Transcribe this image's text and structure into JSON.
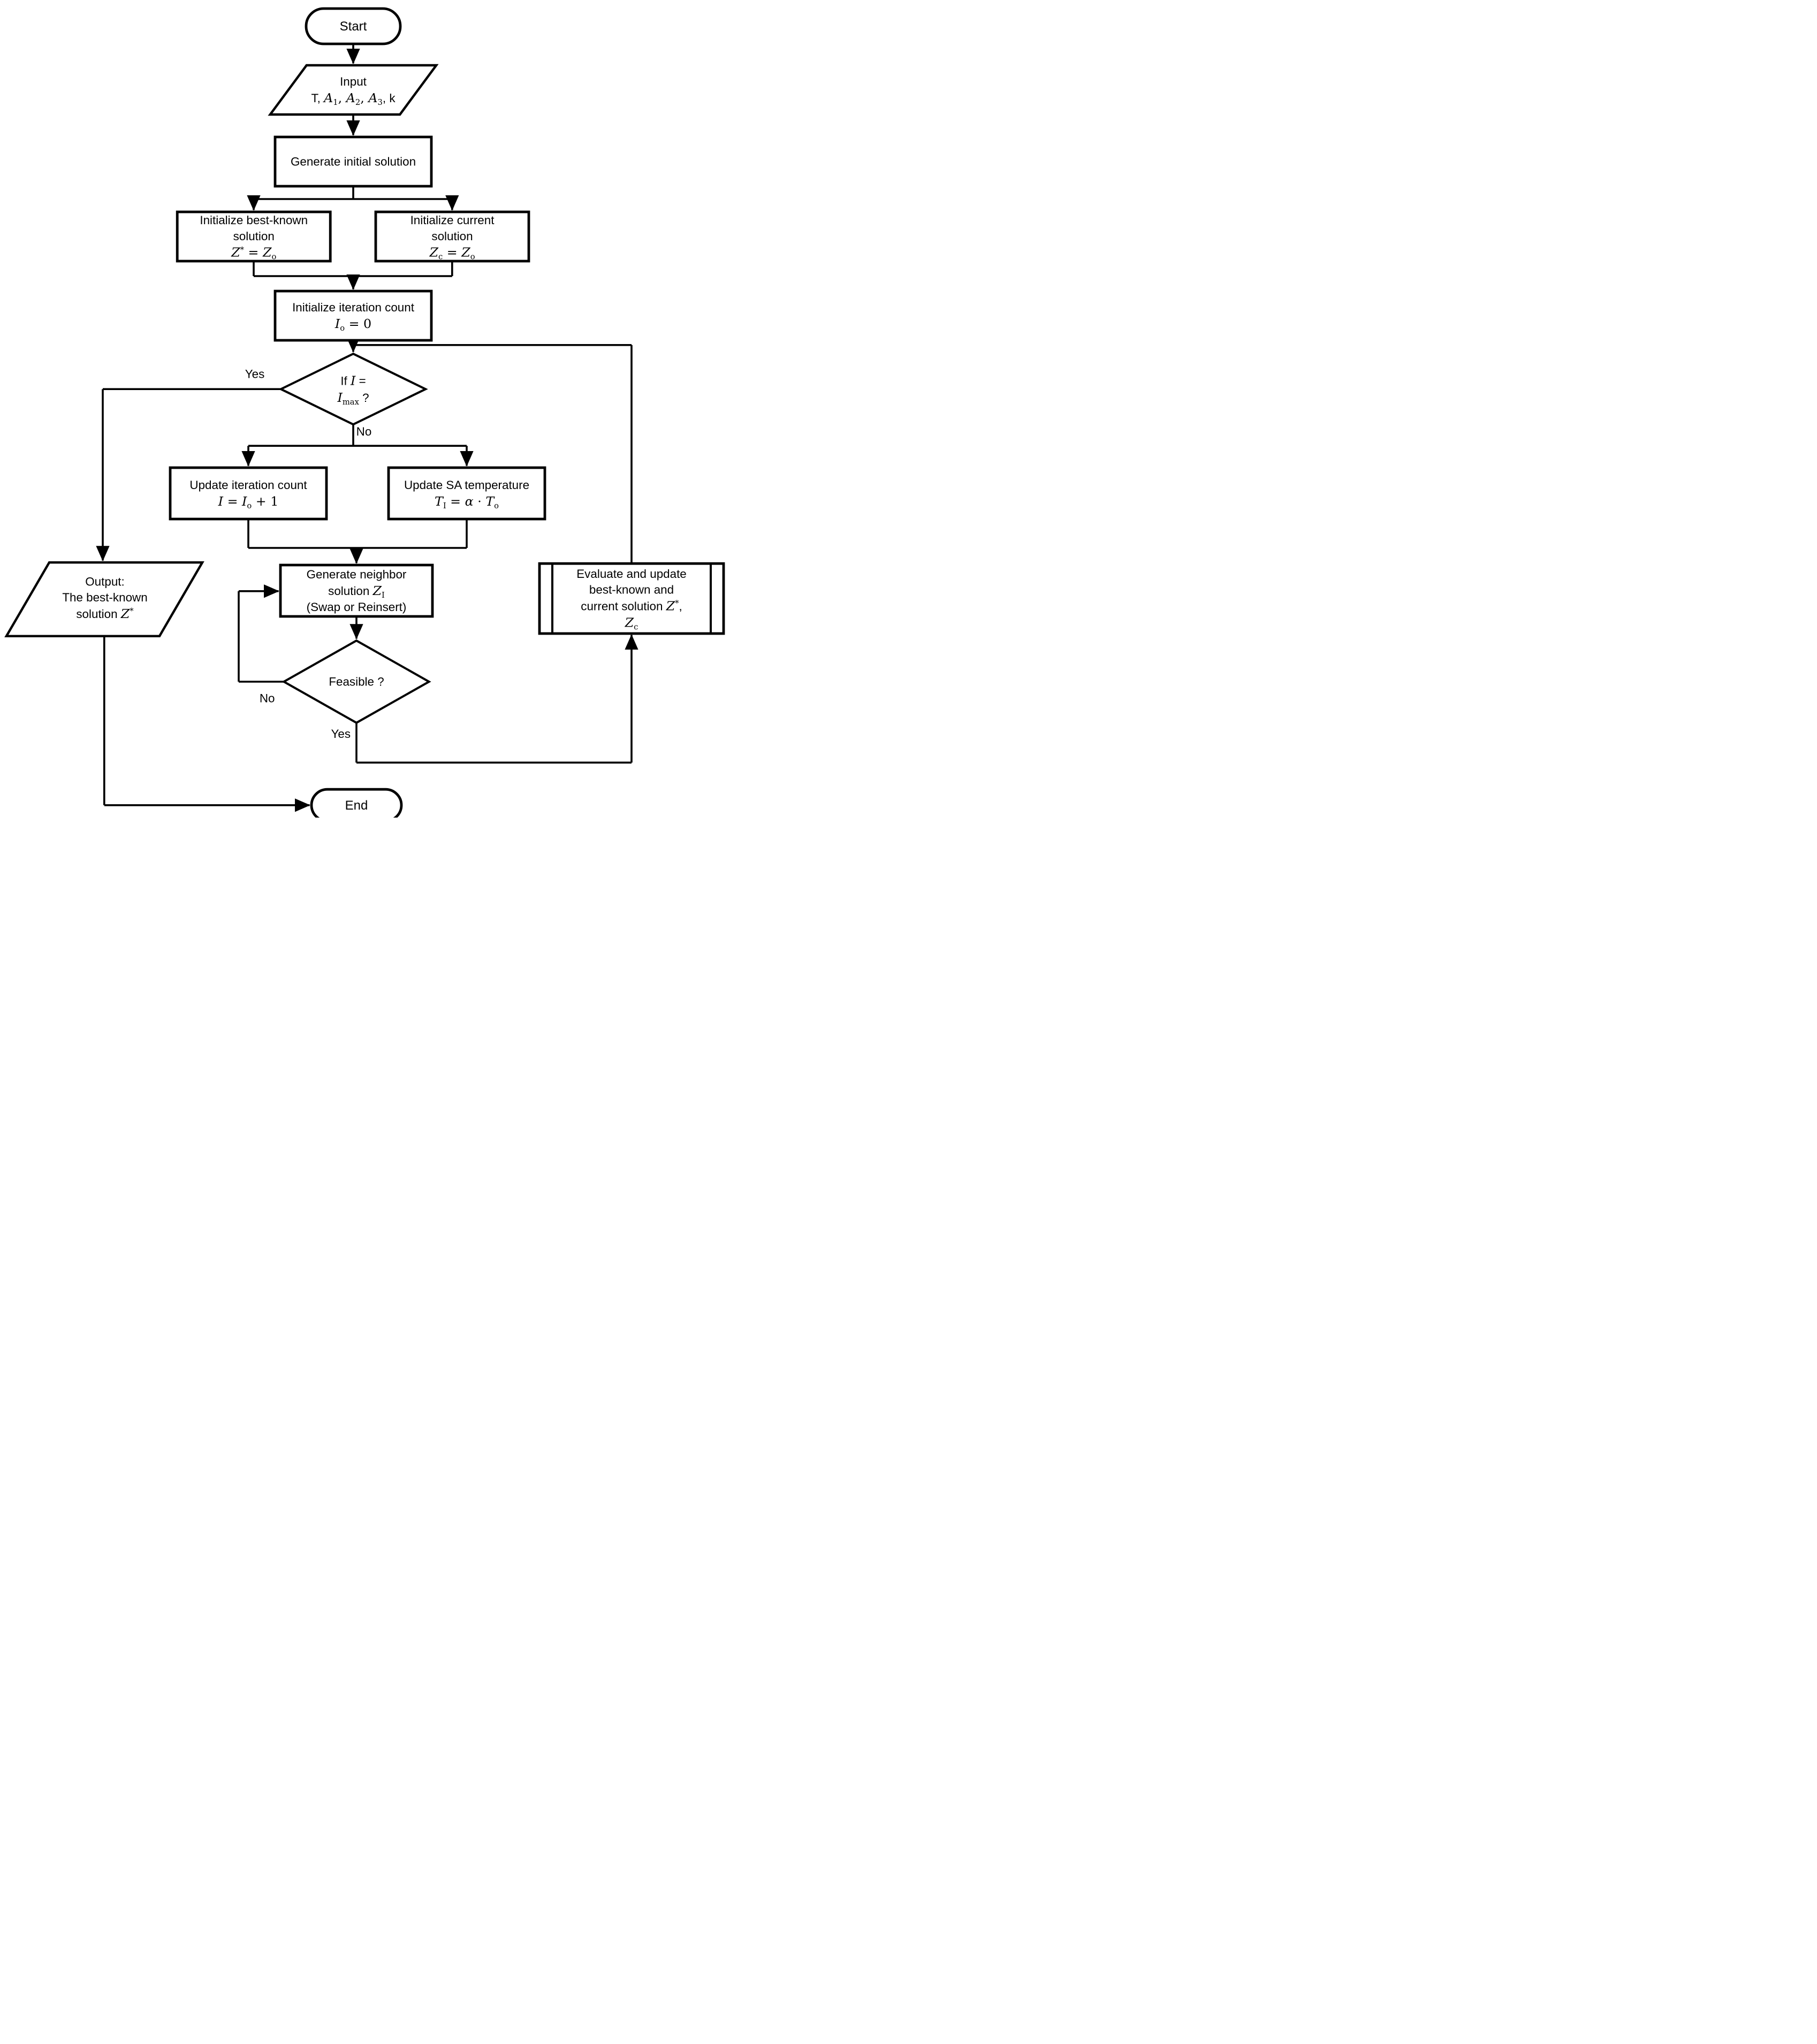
{
  "diagram": {
    "kind": "flowchart",
    "background_color": "#ffffff",
    "line_color": "#000000",
    "text_color": "#000000"
  },
  "nodes": {
    "start": {
      "type": "terminator",
      "lines": [
        "Start"
      ]
    },
    "input": {
      "type": "data-parallelogram",
      "lines": [
        "Input",
        "T, <span class='math'><i>A</i><sub>1</sub>, <i>A</i><sub>2</sub>, <i>A</i><sub>3</sub></span>, k"
      ]
    },
    "gen_initial": {
      "type": "process",
      "lines": [
        "Generate initial solution"
      ]
    },
    "init_best": {
      "type": "process",
      "lines": [
        "Initialize best-known",
        "solution",
        "<span class='math'><i>Z</i><sup>*</sup> = <i>Z</i><sub>o</sub></span>"
      ]
    },
    "init_current": {
      "type": "process",
      "lines": [
        "Initialize current",
        "solution",
        "<span class='math'><i>Z</i><sub>c</sub> = <i>Z</i><sub>o</sub></span>"
      ]
    },
    "init_iter": {
      "type": "process",
      "lines": [
        "Initialize iteration count",
        "<span class='math'><i>I</i><sub>o</sub> = 0</span>"
      ]
    },
    "decision_imax": {
      "type": "decision",
      "lines": [
        "If <span class='math'><i>I</i></span> =",
        "<span class='math'><i>I</i><sub>max</sub></span> ?"
      ]
    },
    "update_iter": {
      "type": "process",
      "lines": [
        "Update iteration count",
        "<span class='math'><i>I</i> = <i>I</i><sub>o</sub> + 1</span>"
      ]
    },
    "update_temp": {
      "type": "process",
      "lines": [
        "Update SA temperature",
        "<span class='math'><i>T</i><sub>I</sub> = <i>&#945;</i> &#183; <i>T</i><sub>o</sub></span>"
      ]
    },
    "gen_neighbor": {
      "type": "process",
      "lines": [
        "Generate neighbor",
        "solution <span class='math'><i>Z</i><sub>I</sub></span>",
        "(Swap or Reinsert)"
      ]
    },
    "output": {
      "type": "data-parallelogram",
      "lines": [
        "Output:",
        "The best-known",
        "solution <span class='math'><i>Z</i><sup>*</sup></span>"
      ]
    },
    "evaluate": {
      "type": "predefined-process",
      "lines": [
        "Evaluate and update",
        "best-known and",
        "current solution <span class='math'><i>Z</i><sup>*</sup></span>,",
        "<span class='math'><i>Z</i><sub>c</sub></span>"
      ]
    },
    "decision_feasible": {
      "type": "decision",
      "lines": [
        "Feasible ?"
      ]
    },
    "end": {
      "type": "terminator",
      "lines": [
        "End"
      ]
    }
  },
  "edge_labels": {
    "imax_yes": "Yes",
    "imax_no": "No",
    "feasible_no": "No",
    "feasible_yes": "Yes"
  }
}
